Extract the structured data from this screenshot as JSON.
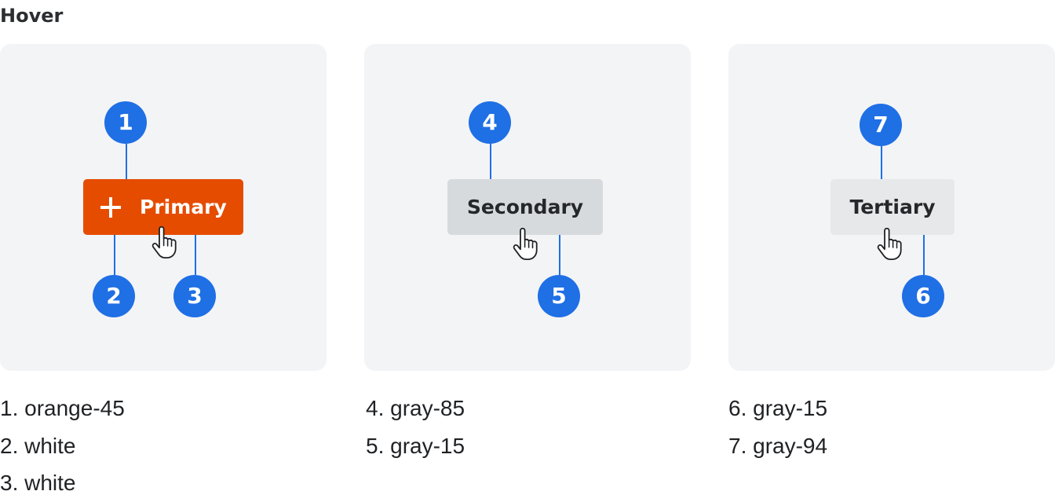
{
  "heading": "Hover",
  "colors": {
    "panel_bg": "#f3f4f6",
    "marker_blue": "#1f6fe5",
    "orange-45": "#e54c00",
    "white": "#ffffff",
    "gray-85": "#d7dadd",
    "gray-15": "#25272b",
    "gray-94": "#e6e8ea"
  },
  "panels": [
    {
      "button": {
        "variant": "primary",
        "label": "Primary",
        "icon": "plus-icon",
        "background": "orange-45",
        "text_color": "white"
      },
      "markers": [
        "1",
        "2",
        "3"
      ],
      "legend": [
        "1. orange-45",
        "2. white",
        "3. white"
      ]
    },
    {
      "button": {
        "variant": "secondary",
        "label": "Secondary",
        "background": "gray-85",
        "text_color": "gray-15"
      },
      "markers": [
        "4",
        "5"
      ],
      "legend": [
        "4. gray-85",
        "5. gray-15"
      ]
    },
    {
      "button": {
        "variant": "tertiary",
        "label": "Tertiary",
        "background": "gray-94",
        "text_color": "gray-15"
      },
      "markers": [
        "7",
        "6"
      ],
      "legend": [
        "6. gray-15",
        "7. gray-94"
      ]
    }
  ],
  "cursor_icon": "hand-pointer-icon"
}
